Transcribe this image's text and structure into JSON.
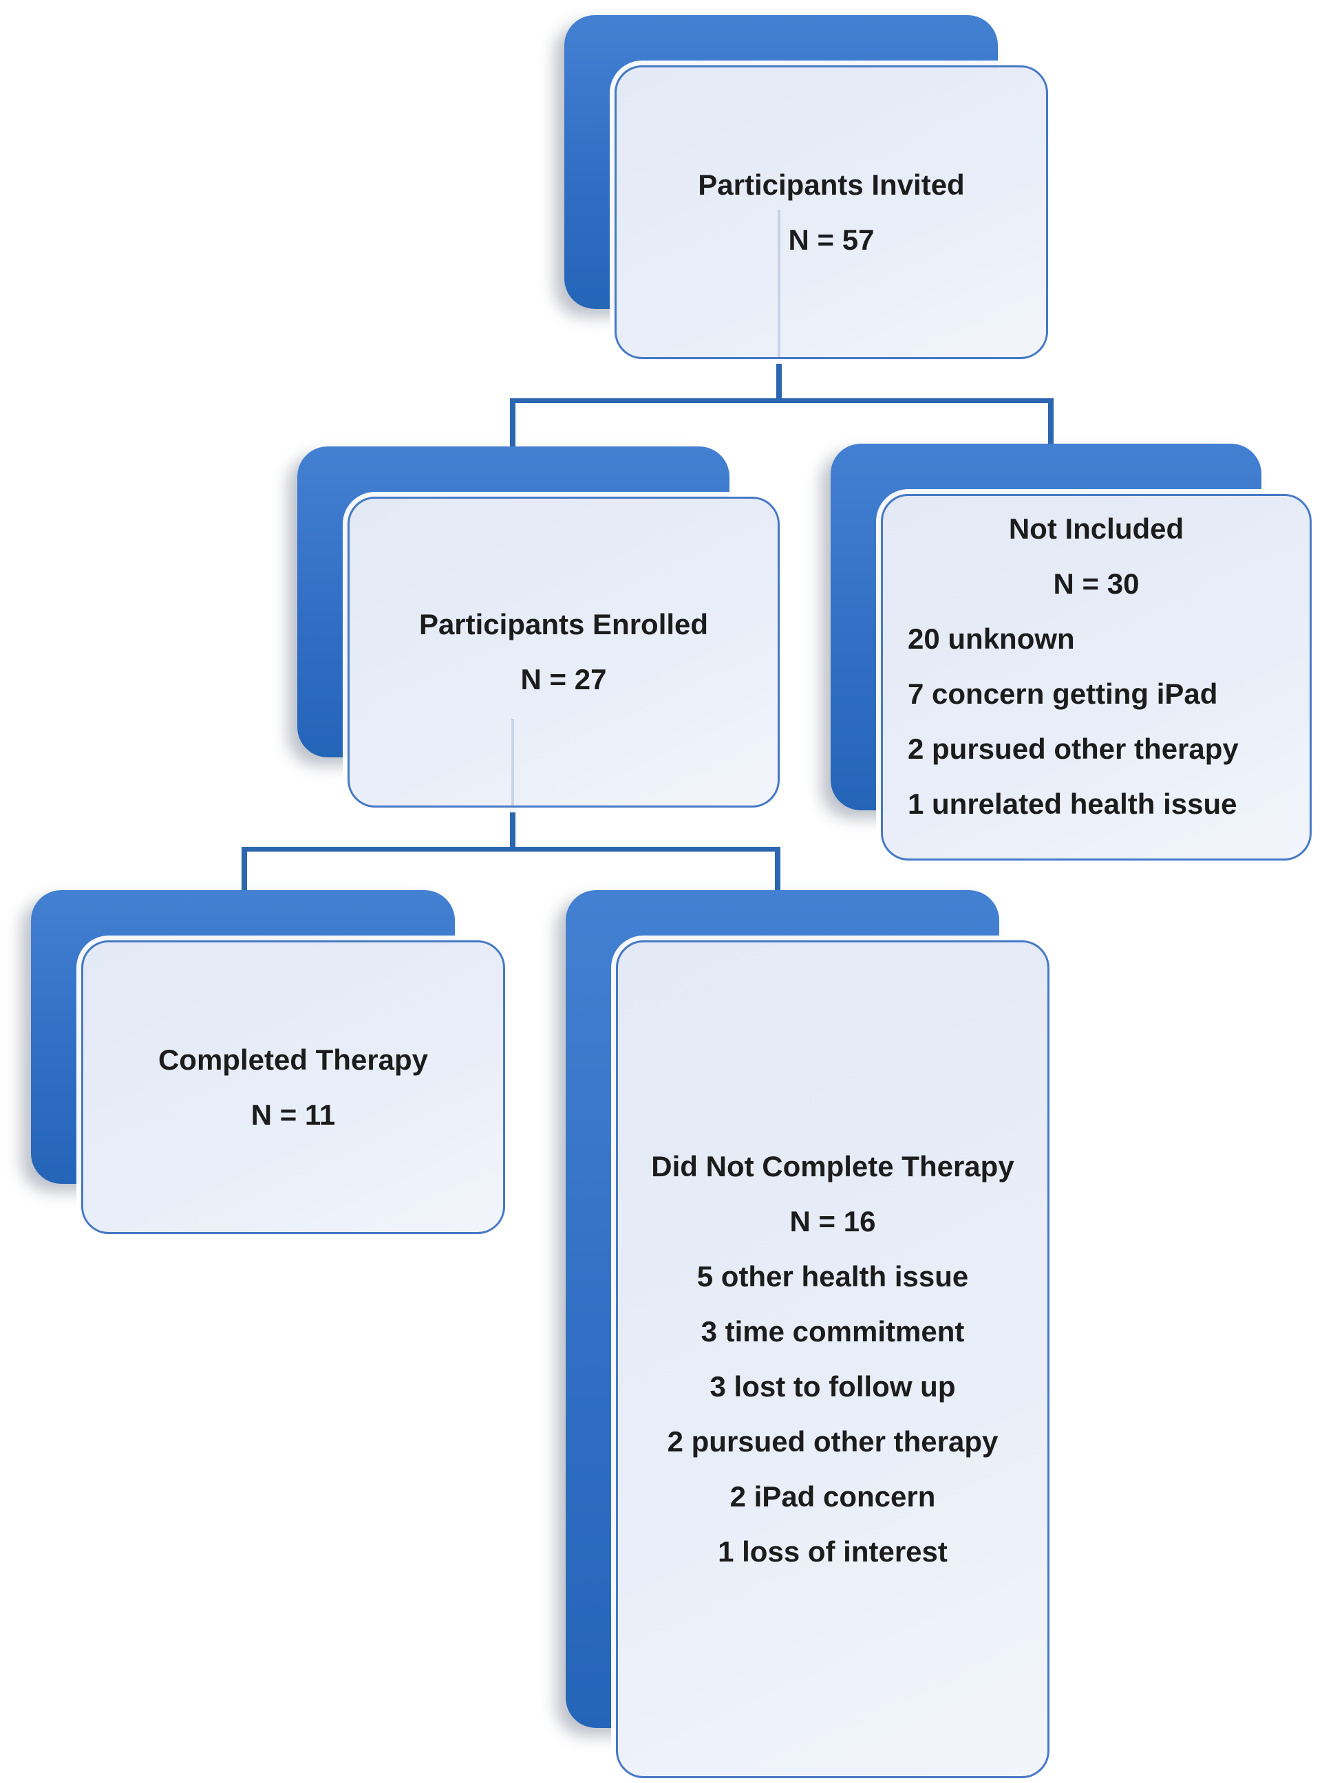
{
  "diagram": {
    "type": "participant-flowchart",
    "boxes": [
      {
        "id": "invited",
        "title": "Participants Invited",
        "n_label": "N = 57",
        "details": []
      },
      {
        "id": "enrolled",
        "title": "Participants Enrolled",
        "n_label": "N = 27",
        "details": []
      },
      {
        "id": "not_included",
        "title": "Not Included",
        "n_label": "N = 30",
        "details": [
          "20 unknown",
          "7 concern getting iPad",
          "2 pursued other therapy",
          "1 unrelated health issue"
        ]
      },
      {
        "id": "completed",
        "title": "Completed Therapy",
        "n_label": "N = 11",
        "details": []
      },
      {
        "id": "did_not_complete",
        "title": "Did Not Complete Therapy",
        "n_label": "N = 16",
        "details": [
          "5 other health issue",
          "3 time commitment",
          "3 lost to follow up",
          "2 pursued other therapy",
          "2 iPad concern",
          "1 loss of interest"
        ]
      }
    ],
    "edges": [
      {
        "from": "invited",
        "to": "enrolled"
      },
      {
        "from": "invited",
        "to": "not_included"
      },
      {
        "from": "enrolled",
        "to": "completed"
      },
      {
        "from": "enrolled",
        "to": "did_not_complete"
      }
    ],
    "colors": {
      "connector": "#2c66b0",
      "shadow_box": "#306fc3",
      "front_fill": "#e9eef8",
      "front_border": "#4679c6",
      "text": "#1c1c1c"
    }
  }
}
